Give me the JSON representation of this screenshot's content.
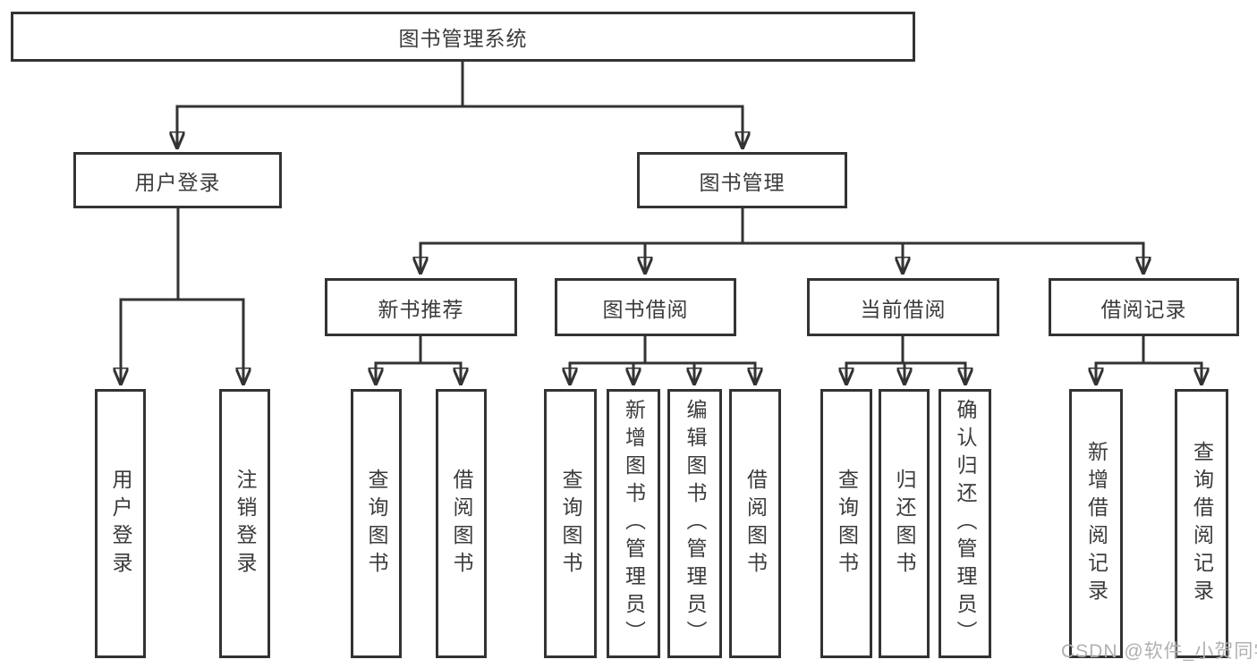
{
  "diagram_title": "图书管理系统",
  "colors": {
    "line": "#333333",
    "text": "#3b3b3b",
    "background": "#ffffff",
    "watermark": "#b0b0b0"
  },
  "tree": {
    "root": "图书管理系统",
    "login": {
      "label": "用户登录",
      "children": [
        "用户登录",
        "注销登录"
      ]
    },
    "mgmt": {
      "label": "图书管理",
      "sections": [
        {
          "label": "新书推荐",
          "children": [
            "查询图书",
            "借阅图书"
          ]
        },
        {
          "label": "图书借阅",
          "children": [
            "查询图书",
            "新增图书（管理员）",
            "编辑图书（管理员）",
            "借阅图书"
          ]
        },
        {
          "label": "当前借阅",
          "children": [
            "查询图书",
            "归还图书",
            "确认归还（管理员）"
          ]
        },
        {
          "label": "借阅记录",
          "children": [
            "新增借阅记录",
            "查询借阅记录"
          ]
        }
      ]
    }
  },
  "watermark": {
    "text": "CSDN @软件_小贺同学"
  }
}
